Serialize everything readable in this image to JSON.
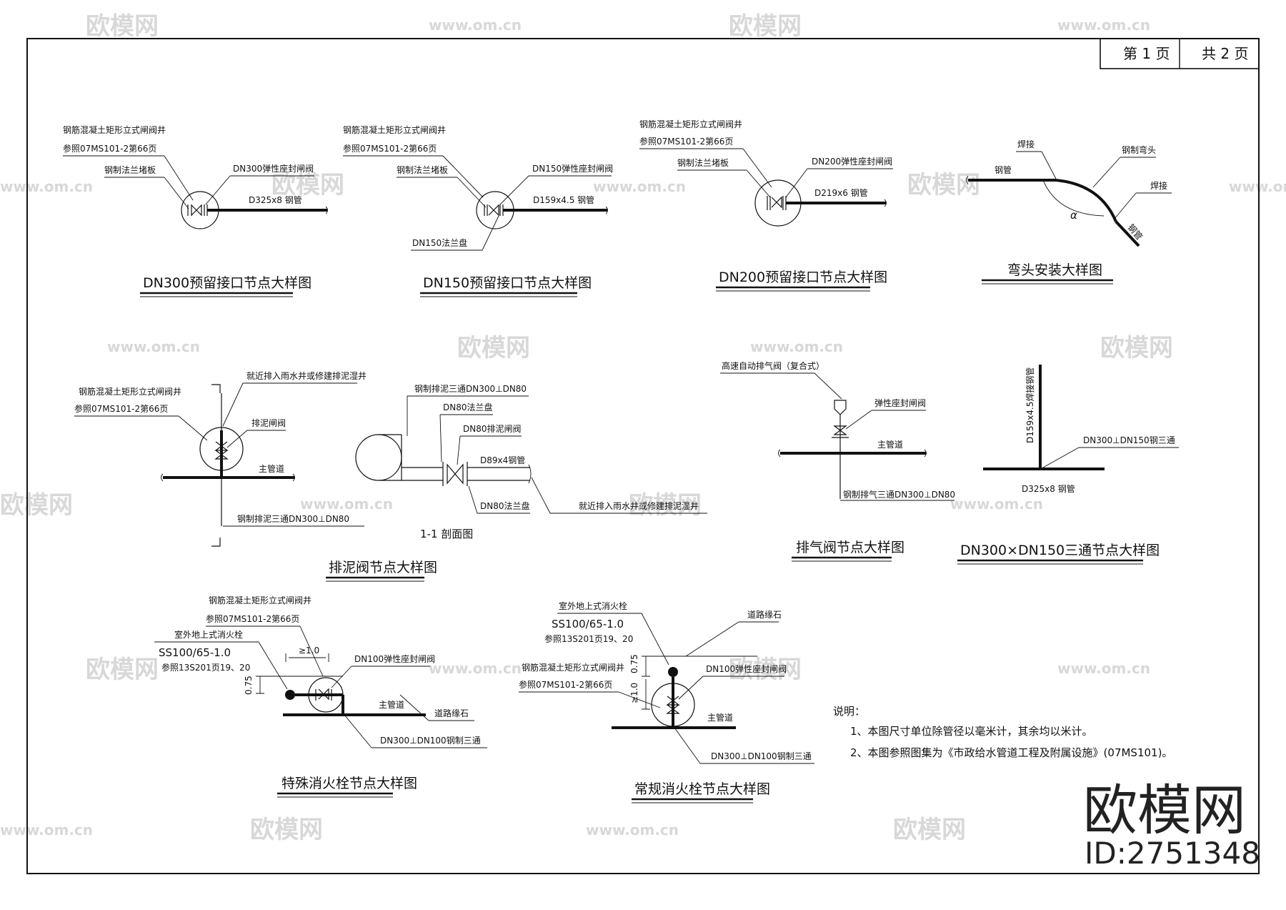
{
  "title_block": {
    "page_current": "第 1 页",
    "page_total": "共 2 页"
  },
  "d1": {
    "well": "钢筋混凝土矩形立式闸阀井",
    "ref": "参照07MS101-2第66页",
    "plug": "钢制法兰堵板",
    "valve": "DN300弹性座封闸阀",
    "pipe": "D325x8 钢管",
    "title": "DN300预留接口节点大样图"
  },
  "d2": {
    "well": "钢筋混凝土矩形立式闸阀井",
    "ref": "参照07MS101-2第66页",
    "plug": "钢制法兰堵板",
    "valve": "DN150弹性座封闸阀",
    "pipe": "D159x4.5 钢管",
    "flange": "DN150法兰盘",
    "title": "DN150预留接口节点大样图"
  },
  "d3": {
    "well": "钢筋混凝土矩形立式闸阀井",
    "ref": "参照07MS101-2第66页",
    "plug": "钢制法兰堵板",
    "valve": "DN200弹性座封闸阀",
    "pipe": "D219x6 钢管",
    "title": "DN200预留接口节点大样图"
  },
  "d4": {
    "weld1": "焊接",
    "pipe1": "钢管",
    "elbow": "钢制弯头",
    "weld2": "焊接",
    "pipe2": "钢管",
    "angle": "α",
    "title": "弯头安装大样图"
  },
  "d5": {
    "well": "钢筋混凝土矩形立式闸阀井",
    "ref": "参照07MS101-2第66页",
    "discharge": "就近排入雨水井或修建排泥湿井",
    "mud_valve": "排泥闸阀",
    "main": "主管道",
    "tee": "钢制排泥三通DN300⊥DN80",
    "sec_tee": "钢制排泥三通DN300⊥DN80",
    "sec_flange1": "DN80法兰盘",
    "sec_valve": "DN80排泥闸阀",
    "sec_pipe": "D89x4钢管",
    "sec_flange2": "DN80法兰盘",
    "sec_discharge": "就近排入雨水井或修建排泥湿井",
    "section": "1-1 剖面图",
    "title": "排泥阀节点大样图"
  },
  "d6": {
    "air_valve": "高速自动排气阀（复合式）",
    "gate": "弹性座封闸阀",
    "main": "主管道",
    "tee": "钢制排气三通DN300⊥DN80",
    "title": "排气阀节点大样图"
  },
  "d7": {
    "branch": "D159x4.5焊接钢管",
    "tee": "DN300⊥DN150钢三通",
    "pipe": "D325x8 钢管",
    "title": "DN300×DN150三通节点大样图"
  },
  "d8": {
    "well": "钢筋混凝土矩形立式闸阀井",
    "ref": "参照07MS101-2第66页",
    "hydrant": "室外地上式消火栓",
    "model": "SS100/65-1.0",
    "hydrant_ref": "参照13S201页19、20",
    "dim1": "≥1.0",
    "dim2": "0.75",
    "valve": "DN100弹性座封闸阀",
    "main": "主管道",
    "curb": "道路缘石",
    "tee": "DN300⊥DN100钢制三通",
    "title": "特殊消火栓节点大样图"
  },
  "d9": {
    "hydrant": "室外地上式消火栓",
    "model": "SS100/65-1.0",
    "hydrant_ref": "参照13S201页19、20",
    "curb": "道路缘石",
    "well": "钢筋混凝土矩形立式闸阀井",
    "ref": "参照07MS101-2第66页",
    "valve": "DN100弹性座封闸阀",
    "dim1": "0.75",
    "dim2": "≥1.0",
    "main": "主管道",
    "tee": "DN300⊥DN100钢制三通",
    "title": "常规消火栓节点大样图"
  },
  "notes": {
    "heading": "说明：",
    "n1": "1、本图尺寸单位除管径以毫米计，其余均以米计。",
    "n2": "2、本图参照图集为《市政给水管道工程及附属设施》(07MS101)。"
  },
  "watermark": {
    "brand": "欧模网",
    "url": "www.om.cn"
  },
  "brand": {
    "name": "欧模网",
    "id": "ID:2751348"
  }
}
